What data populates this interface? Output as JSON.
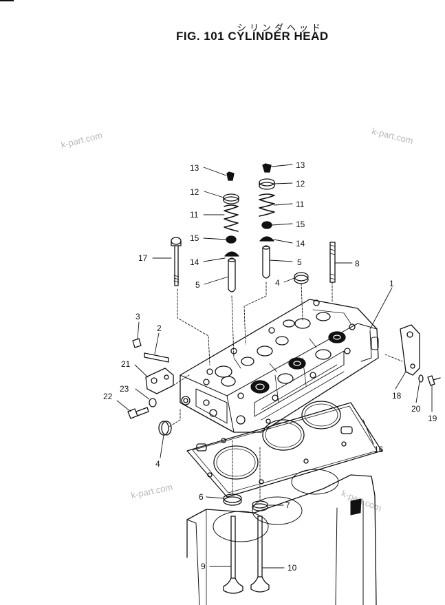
{
  "title": {
    "japanese": "シリンダヘッド",
    "main": "FIG. 101  CYLINDER HEAD"
  },
  "watermark": "k-part.com",
  "callouts": [
    {
      "id": "c13a",
      "label": "13"
    },
    {
      "id": "c13b",
      "label": "13"
    },
    {
      "id": "c12a",
      "label": "12"
    },
    {
      "id": "c12b",
      "label": "12"
    },
    {
      "id": "c11a",
      "label": "11"
    },
    {
      "id": "c11b",
      "label": "11"
    },
    {
      "id": "c15a",
      "label": "15"
    },
    {
      "id": "c15b",
      "label": "15"
    },
    {
      "id": "c14a",
      "label": "14"
    },
    {
      "id": "c14b",
      "label": "14"
    },
    {
      "id": "c5a",
      "label": "5"
    },
    {
      "id": "c5b",
      "label": "5"
    },
    {
      "id": "c17",
      "label": "17"
    },
    {
      "id": "c8",
      "label": "8"
    },
    {
      "id": "c4a",
      "label": "4"
    },
    {
      "id": "c4b",
      "label": "4"
    },
    {
      "id": "c1",
      "label": "1"
    },
    {
      "id": "c3",
      "label": "3"
    },
    {
      "id": "c2",
      "label": "2"
    },
    {
      "id": "c21",
      "label": "21"
    },
    {
      "id": "c23",
      "label": "23"
    },
    {
      "id": "c22",
      "label": "22"
    },
    {
      "id": "c18",
      "label": "18"
    },
    {
      "id": "c20",
      "label": "20"
    },
    {
      "id": "c19",
      "label": "19"
    },
    {
      "id": "c16",
      "label": "16"
    },
    {
      "id": "c6",
      "label": "6"
    },
    {
      "id": "c7",
      "label": "7"
    },
    {
      "id": "c9",
      "label": "9"
    },
    {
      "id": "c10",
      "label": "10"
    }
  ]
}
